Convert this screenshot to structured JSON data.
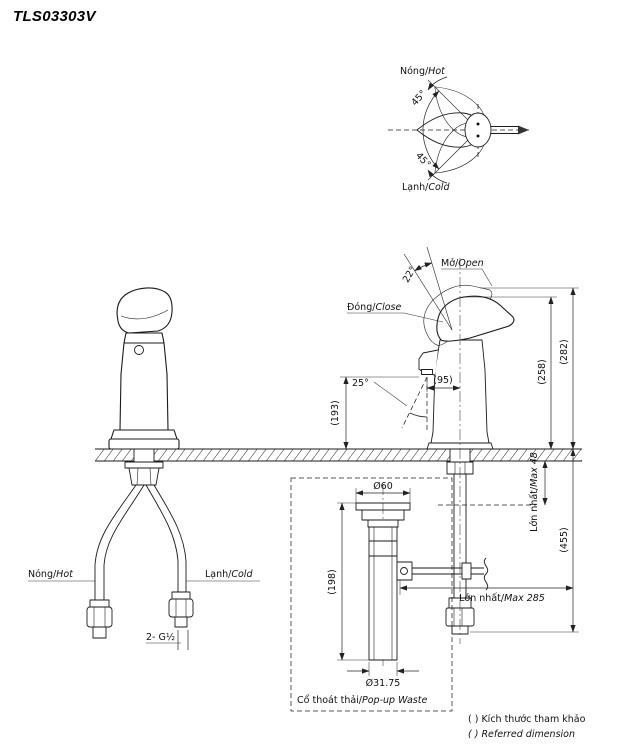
{
  "title": "TLS03303V",
  "top_view": {
    "hot": {
      "vi": "Nóng/",
      "en": "Hot"
    },
    "cold": {
      "vi": "Lạnh/",
      "en": "Cold"
    },
    "angle_upper": "45°",
    "angle_lower": "45°"
  },
  "dims": {
    "open": {
      "vi": "Mở/",
      "en": "Open"
    },
    "close": {
      "vi": "Đóng/",
      "en": "Close"
    },
    "open_angle": "22°",
    "spout_angle": "25°",
    "spout_reach": "(95)",
    "spout_height": "(193)",
    "height_closed": "(258)",
    "height_open": "(282)",
    "max_deck": {
      "vi": "Lớn nhất/",
      "en": "Max 48"
    },
    "below_counter": "(455)",
    "max_rod": {
      "vi": "Lớn nhất/",
      "en": "Max 285"
    }
  },
  "supply": {
    "hot": {
      "vi": "Nóng/",
      "en": "Hot"
    },
    "cold": {
      "vi": "Lạnh/",
      "en": "Cold"
    },
    "thread": "2- G½"
  },
  "popup": {
    "dia_top": "Ø60",
    "height": "(198)",
    "dia_bottom": "Ø31.75",
    "caption": {
      "vi": "Cổ thoát thải/",
      "en": "Pop-up Waste"
    }
  },
  "legend": {
    "line1": "( ) Kích thước tham khảo",
    "line2": "( ) Referred dimension"
  }
}
